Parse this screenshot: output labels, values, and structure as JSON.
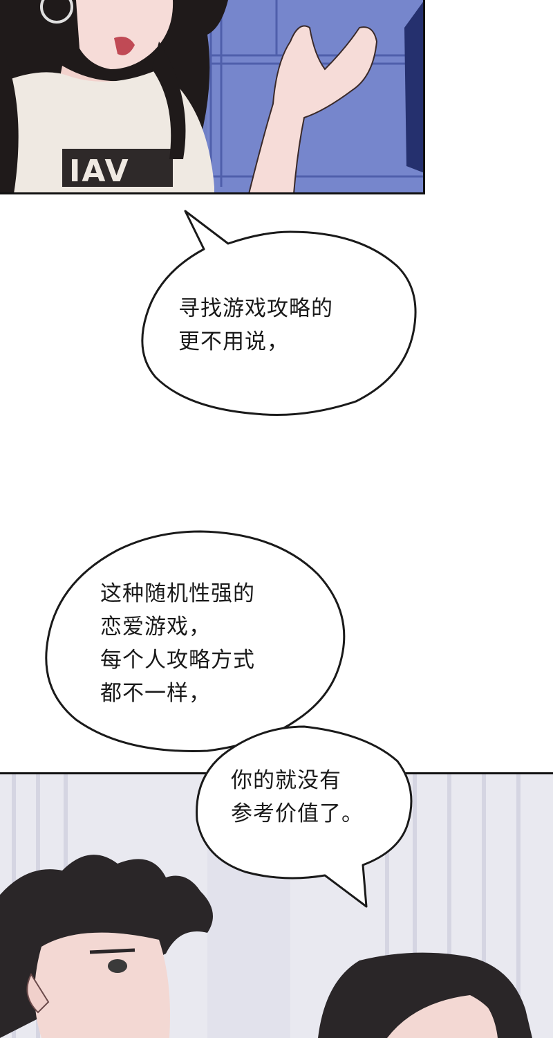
{
  "bubbles": [
    {
      "lines": [
        "寻找游戏攻略的",
        "更不用说，"
      ]
    },
    {
      "lines": [
        "这种随机性强的",
        "恋爱游戏，",
        "每个人攻略方式",
        "都不一样，"
      ]
    },
    {
      "lines": [
        "你的就没有",
        "参考价值了。"
      ]
    }
  ],
  "colors": {
    "panel_top_bg": "#6f7fc6",
    "panel_bottom_bg": "#e7e7ef",
    "hair": "#1f1a1a",
    "skin": "#f6dcd8",
    "shirt": "#efe9e2",
    "outline": "#111111"
  }
}
